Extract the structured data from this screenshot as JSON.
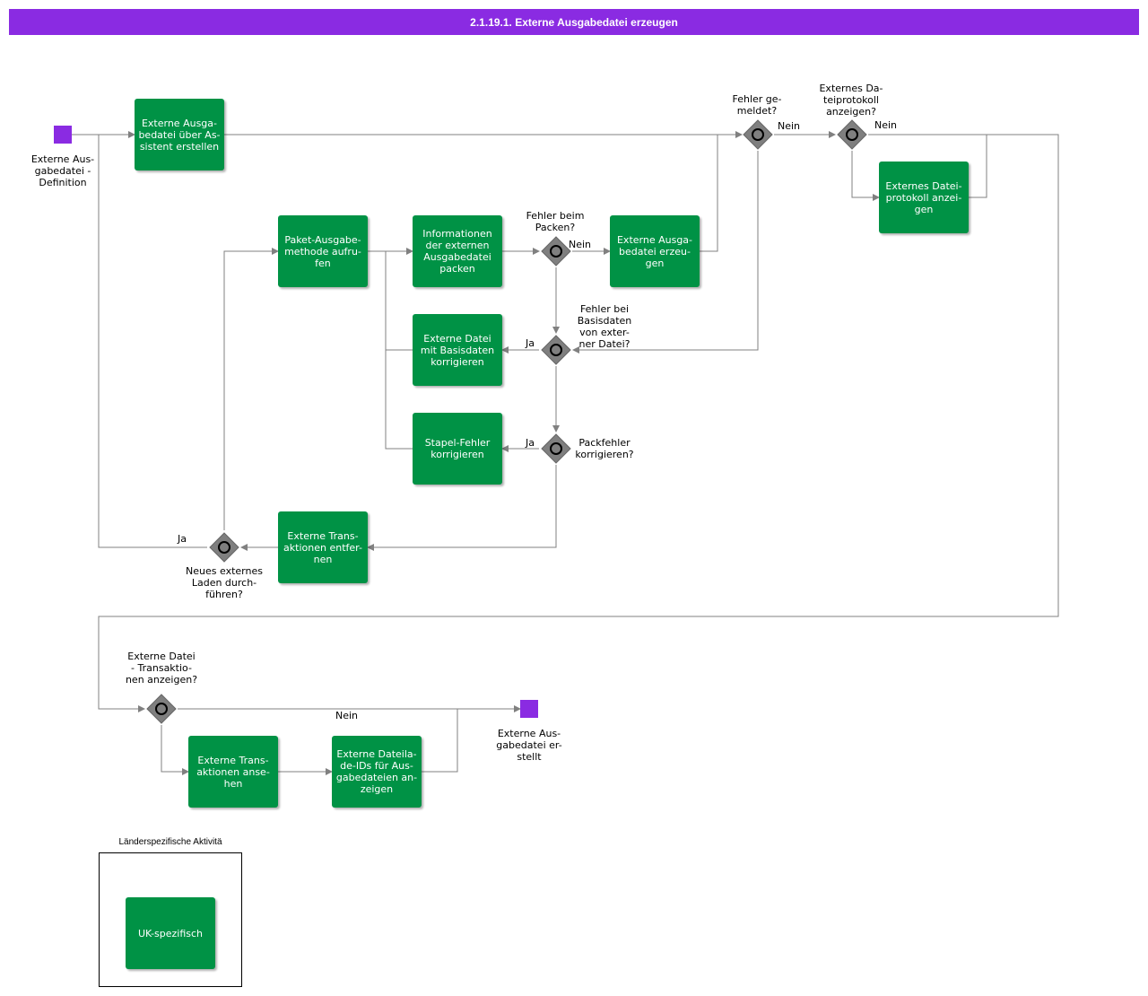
{
  "header": {
    "title": "2.1.19.1. Externe Ausgabedatei erzeugen"
  },
  "colors": {
    "header": "#8a2be2",
    "task": "#009245",
    "event": "#8a2be2",
    "line": "#808080",
    "gateway": "#7f7f7f"
  },
  "events": {
    "start": "Externe Aus-\ngabedatei -\nDefinition",
    "end": "Externe Aus-\ngabedatei er-\nstellt"
  },
  "tasks": {
    "t1": "Externe Ausga-\nbedatei über As-\nsistent erstellen",
    "t2": "Paket-Ausgabe-\nmethode aufru-\nfen",
    "t3": "Informationen\nder externen\nAusgabedatei\npacken",
    "t4": "Externe Ausga-\nbedatei erzeu-\ngen",
    "t5": "Externes Datei-\nprotokoll anzei-\ngen",
    "t6": "Externe Datei\nmit Basisdaten\nkorrigieren",
    "t7": "Stapel-Fehler\nkorrigieren",
    "t8": "Externe Trans-\naktionen entfer-\nnen",
    "t9": "Externe Trans-\naktionen anse-\nhen",
    "t10": "Externe Dateila-\nde-IDs für Aus-\ngabedateien an-\nzeigen",
    "t11": "UK-spezifisch"
  },
  "gateways": {
    "g1": "Fehler beim\nPacken?",
    "g2": "Fehler ge-\nmeldet?",
    "g3": "Externes Da-\nteiprotokoll\nanzeigen?",
    "g4": "Fehler bei\nBasisdaten\nvon exter-\nner Datei?",
    "g5": "Packfehler\nkorrigieren?",
    "g6": "Neues externes\nLaden durch-\nführen?",
    "g7": "Externe Datei\n- Transaktio-\nnen anzeigen?"
  },
  "flow_labels": {
    "nein1": "Nein",
    "nein2": "Nein",
    "nein3": "Nein",
    "ja1": "Ja",
    "ja2": "Ja",
    "ja3": "Ja",
    "nein4": "Nein"
  },
  "lane": {
    "title": "Länderspezifische Aktivitä"
  }
}
